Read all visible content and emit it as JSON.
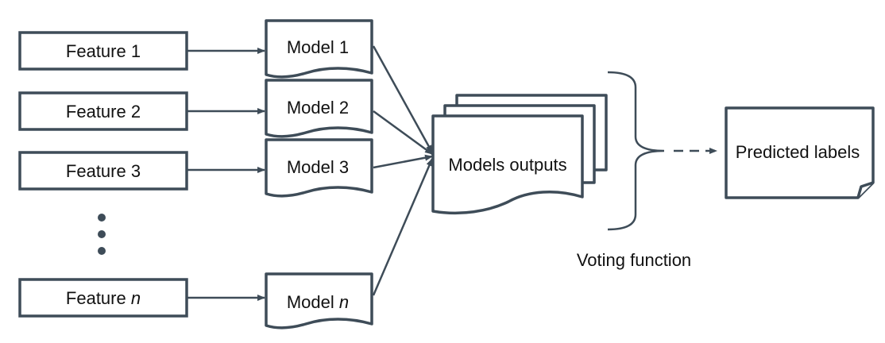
{
  "features": [
    {
      "prefix": "Feature ",
      "suffix": "1"
    },
    {
      "prefix": "Feature ",
      "suffix": "2"
    },
    {
      "prefix": "Feature ",
      "suffix": "3"
    },
    {
      "prefix": "Feature ",
      "suffix": "n"
    }
  ],
  "models": [
    {
      "prefix": "Model ",
      "suffix": "1"
    },
    {
      "prefix": "Model ",
      "suffix": "2"
    },
    {
      "prefix": "Model ",
      "suffix": "3"
    },
    {
      "prefix": "Model ",
      "suffix": "n"
    }
  ],
  "outputs": {
    "label": "Models outputs"
  },
  "voting": {
    "label": "Voting function"
  },
  "result": {
    "label": "Predicted labels"
  },
  "colors": {
    "stroke": "#3e4c58",
    "text": "#111111",
    "background": "#ffffff"
  }
}
